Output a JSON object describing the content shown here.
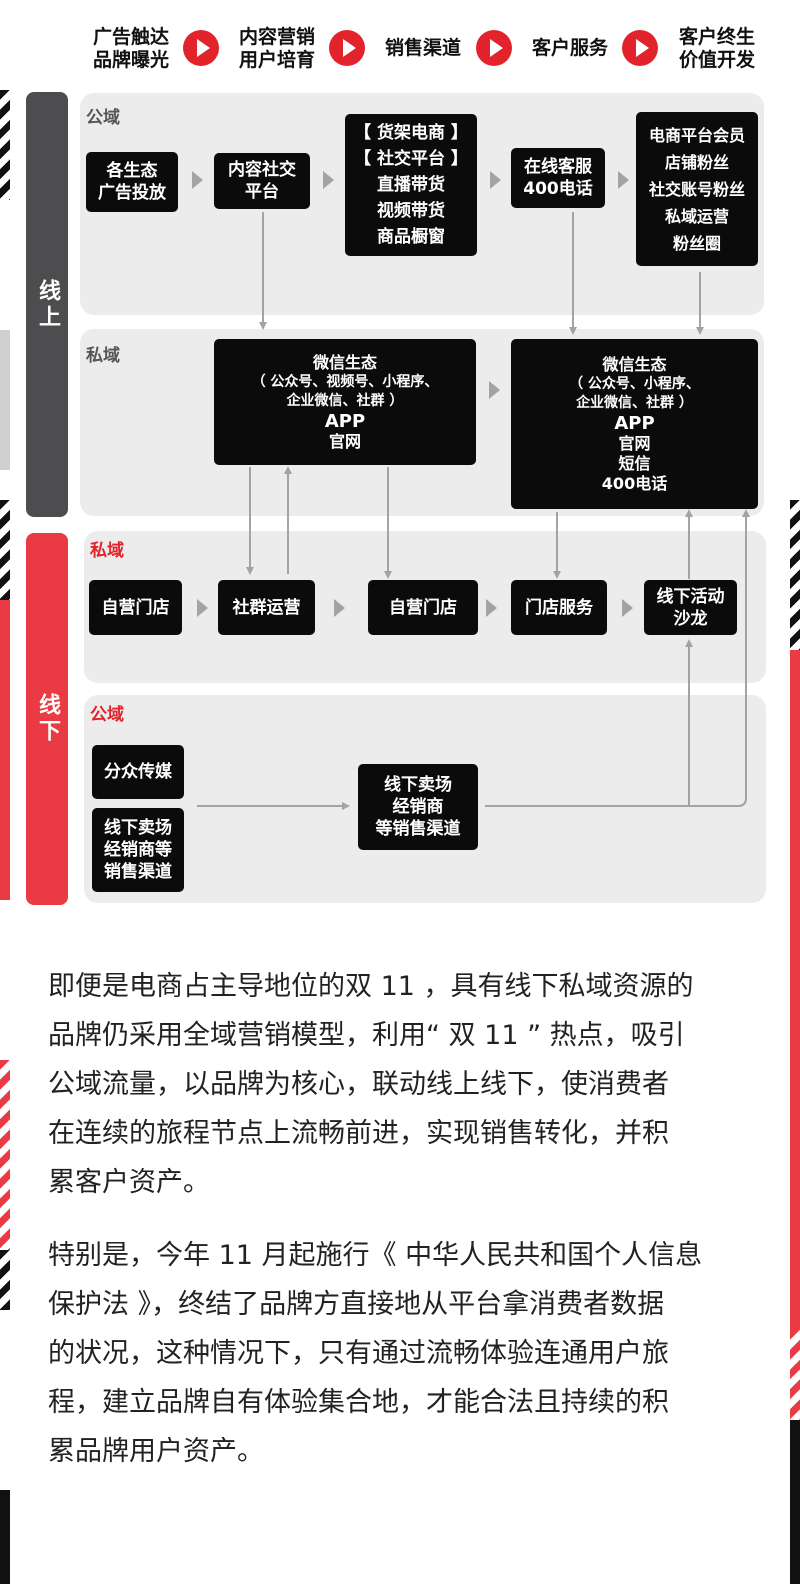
{
  "header": {
    "stages": [
      {
        "line1": "广告触达",
        "line2": "品牌曝光"
      },
      {
        "line1": "内容营销",
        "line2": "用户培育"
      },
      {
        "line1": "销售渠道",
        "line2": ""
      },
      {
        "line1": "客户服务",
        "line2": ""
      },
      {
        "line1": "客户终生",
        "line2": "价值开发"
      }
    ]
  },
  "sidebars": {
    "online": "线上",
    "offline": "线下"
  },
  "online_public": {
    "label": "公域",
    "boxes": [
      {
        "lines": [
          "各生态",
          "广告投放"
        ]
      },
      {
        "lines": [
          "内容社交",
          "平台"
        ]
      },
      {
        "lines": [
          "【 货架电商 】",
          "【 社交平台 】",
          "直播带货",
          "视频带货",
          "商品橱窗"
        ]
      },
      {
        "lines": [
          "在线客服",
          "400电话"
        ]
      },
      {
        "lines": [
          "电商平台会员",
          "店铺粉丝",
          "社交账号粉丝",
          "私域运营",
          "粉丝圈"
        ]
      }
    ]
  },
  "online_private": {
    "label": "私域",
    "boxes": [
      {
        "lines": [
          "微信生态",
          "（ 公众号、视频号、小程序、",
          "企业微信、社群 ）",
          "APP",
          "官网"
        ]
      },
      {
        "lines": [
          "微信生态",
          "（ 公众号、小程序、",
          "企业微信、社群 ）",
          "APP",
          "官网",
          "短信",
          "400电话"
        ]
      }
    ]
  },
  "offline_private": {
    "label": "私域",
    "boxes": [
      {
        "lines": [
          "自营门店"
        ]
      },
      {
        "lines": [
          "社群运营"
        ]
      },
      {
        "lines": [
          "自营门店"
        ]
      },
      {
        "lines": [
          "门店服务"
        ]
      },
      {
        "lines": [
          "线下活动",
          "沙龙"
        ]
      }
    ]
  },
  "offline_public": {
    "label": "公域",
    "boxes": [
      {
        "lines": [
          "分众传媒"
        ]
      },
      {
        "lines": [
          "线下卖场",
          "经销商等",
          "销售渠道"
        ]
      },
      {
        "lines": [
          "线下卖场",
          "经销商",
          "等销售渠道"
        ]
      }
    ]
  },
  "paragraphs": [
    {
      "lines": [
        "即便是电商占主导地位的双 11 ，具有线下私域资源的",
        "品牌仍采用全域营销模型，利用“ 双 11 ” 热点，吸引",
        "公域流量，以品牌为核心，联动线上线下，使消费者",
        "在连续的旅程节点上流畅前进，实现销售转化，并积",
        "累客户资产。"
      ]
    },
    {
      "lines": [
        "特别是，今年 11 月起施行《 中华人民共和国个人信息",
        "保护法 》，终结了品牌方直接地从平台拿消费者数据",
        "的状况，这种情况下，只有通过流畅体验连通用户旅",
        "程，建立品牌自有体验集合地，才能合法且持续的积",
        "累品牌用户资产。"
      ]
    }
  ],
  "colors": {
    "red": "#e3232c",
    "sidebar_online": "#4d4d4f",
    "sidebar_offline": "#ea3a44",
    "panel": "#ececec",
    "box": "#0b0b0b",
    "connector": "#a3a3a3"
  }
}
